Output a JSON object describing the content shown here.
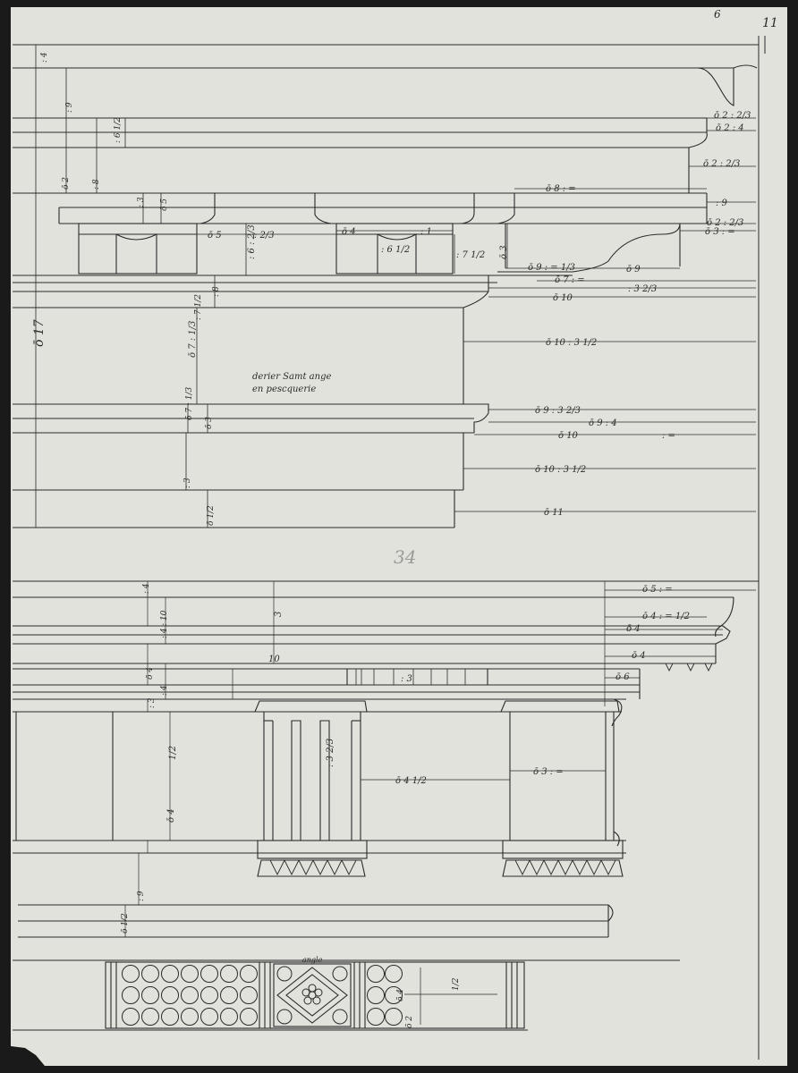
{
  "sheet": {
    "folio_number": "11",
    "page_number": "34",
    "corner_mark": "6",
    "paper_color": "#e2e2dd",
    "ink_color": "#2a2a2a"
  },
  "upper_entablature": {
    "caption_line_1": "derier Samt ange",
    "caption_line_2": "en pescquerie",
    "height_total": "ō 17",
    "right_dimensions": [
      "ō 2 : 2/3",
      "ō 2 : 4",
      "ō 2 : 2/3",
      "ō 8 : =",
      ": 9",
      "ō 2 : 2/3",
      "ō 3 : =",
      "ō 9 : = 1/3",
      "ō 7 : =",
      "ō 9",
      ": 3 2/3",
      "ō 10",
      "ō 10 : 3 1/2",
      "ō 9 : 3 2/3",
      "ō 9 : 4",
      "ō 10",
      ": =",
      "ō 10 : 3 1/2",
      "ō 11"
    ],
    "inner_dimensions": [
      "ō 5",
      ": 2/3",
      "ō 4",
      ": 1",
      ": 6 1/2",
      ": 7 1/2",
      "ō 3",
      ": 6 : 2/3",
      "ō 7 : 1/3"
    ],
    "left_dimensions": [
      ": 4",
      ": 9",
      ": 6 1/2",
      ": 8",
      "ō 2",
      ": 3",
      "ō 5",
      ": 8",
      ": 7 1/2",
      "ō 7 : 1/3",
      "ō 3",
      ": 3",
      "ō 1/2"
    ]
  },
  "lower_entablature": {
    "right_dimensions": [
      "ō 5 : =",
      "ō 4 : = 1/2",
      "ō 4",
      "ō 4",
      "ō 6"
    ],
    "inner_dimensions": [
      "10",
      "3",
      ": 3",
      "ō 4 1/2",
      "ō 3 : =",
      ": 3 2/3",
      "ō 4",
      "1/2"
    ],
    "left_dimensions": [
      ": 4",
      ": 10",
      ": 4",
      "ō 4",
      ": 4",
      ": 3",
      ": 9",
      "ō 1/2"
    ]
  },
  "soffit": {
    "label": "angle",
    "dimensions": [
      "ō 4",
      "1/2",
      "ō 2"
    ]
  }
}
